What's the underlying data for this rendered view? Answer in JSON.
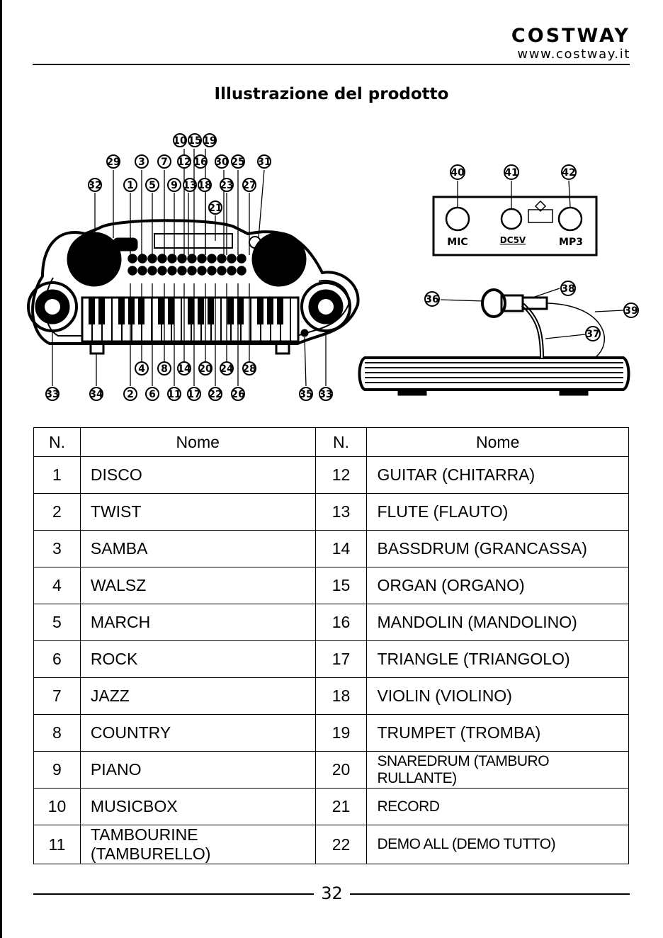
{
  "header": {
    "brand": "COSTWAY",
    "url": "www.costway.it"
  },
  "title": "Illustrazione del prodotto",
  "panel": {
    "mic": "MIC",
    "dc": "DC5V",
    "mp3": "MP3"
  },
  "callouts": {
    "keyboard": [
      "1",
      "2",
      "3",
      "4",
      "5",
      "6",
      "7",
      "8",
      "9",
      "10",
      "11",
      "12",
      "13",
      "14",
      "15",
      "16",
      "17",
      "18",
      "19",
      "20",
      "21",
      "22",
      "23",
      "24",
      "25",
      "26",
      "27",
      "28",
      "29",
      "30",
      "31",
      "32",
      "33",
      "33",
      "34",
      "35"
    ],
    "side": [
      "36",
      "37",
      "38",
      "39"
    ],
    "panel": [
      "40",
      "41",
      "42"
    ]
  },
  "table": {
    "headers": [
      "N.",
      "Nome",
      "N.",
      "Nome"
    ],
    "rows": [
      [
        "1",
        "DISCO",
        "12",
        "GUITAR (CHITARRA)"
      ],
      [
        "2",
        "TWIST",
        "13",
        "FLUTE (FLAUTO)"
      ],
      [
        "3",
        "SAMBA",
        "14",
        "BASSDRUM (GRANCASSA)"
      ],
      [
        "4",
        "WALSZ",
        "15",
        "ORGAN (ORGANO)"
      ],
      [
        "5",
        "MARCH",
        "16",
        "MANDOLIN (MANDOLINO)"
      ],
      [
        "6",
        "ROCK",
        "17",
        "TRIANGLE (TRIANGOLO)"
      ],
      [
        "7",
        "JAZZ",
        "18",
        "VIOLIN (VIOLINO)"
      ],
      [
        "8",
        "COUNTRY",
        "19",
        "TRUMPET (TROMBA)"
      ],
      [
        "9",
        "PIANO",
        "20",
        "SNAREDRUM (TAMBURO RULLANTE)"
      ],
      [
        "10",
        "MUSICBOX",
        "21",
        "RECORD"
      ],
      [
        "11",
        "TAMBOURINE (TAMBURELLO)",
        "22",
        "DEMO ALL (DEMO TUTTO)"
      ]
    ]
  },
  "footer": {
    "page": "32"
  }
}
